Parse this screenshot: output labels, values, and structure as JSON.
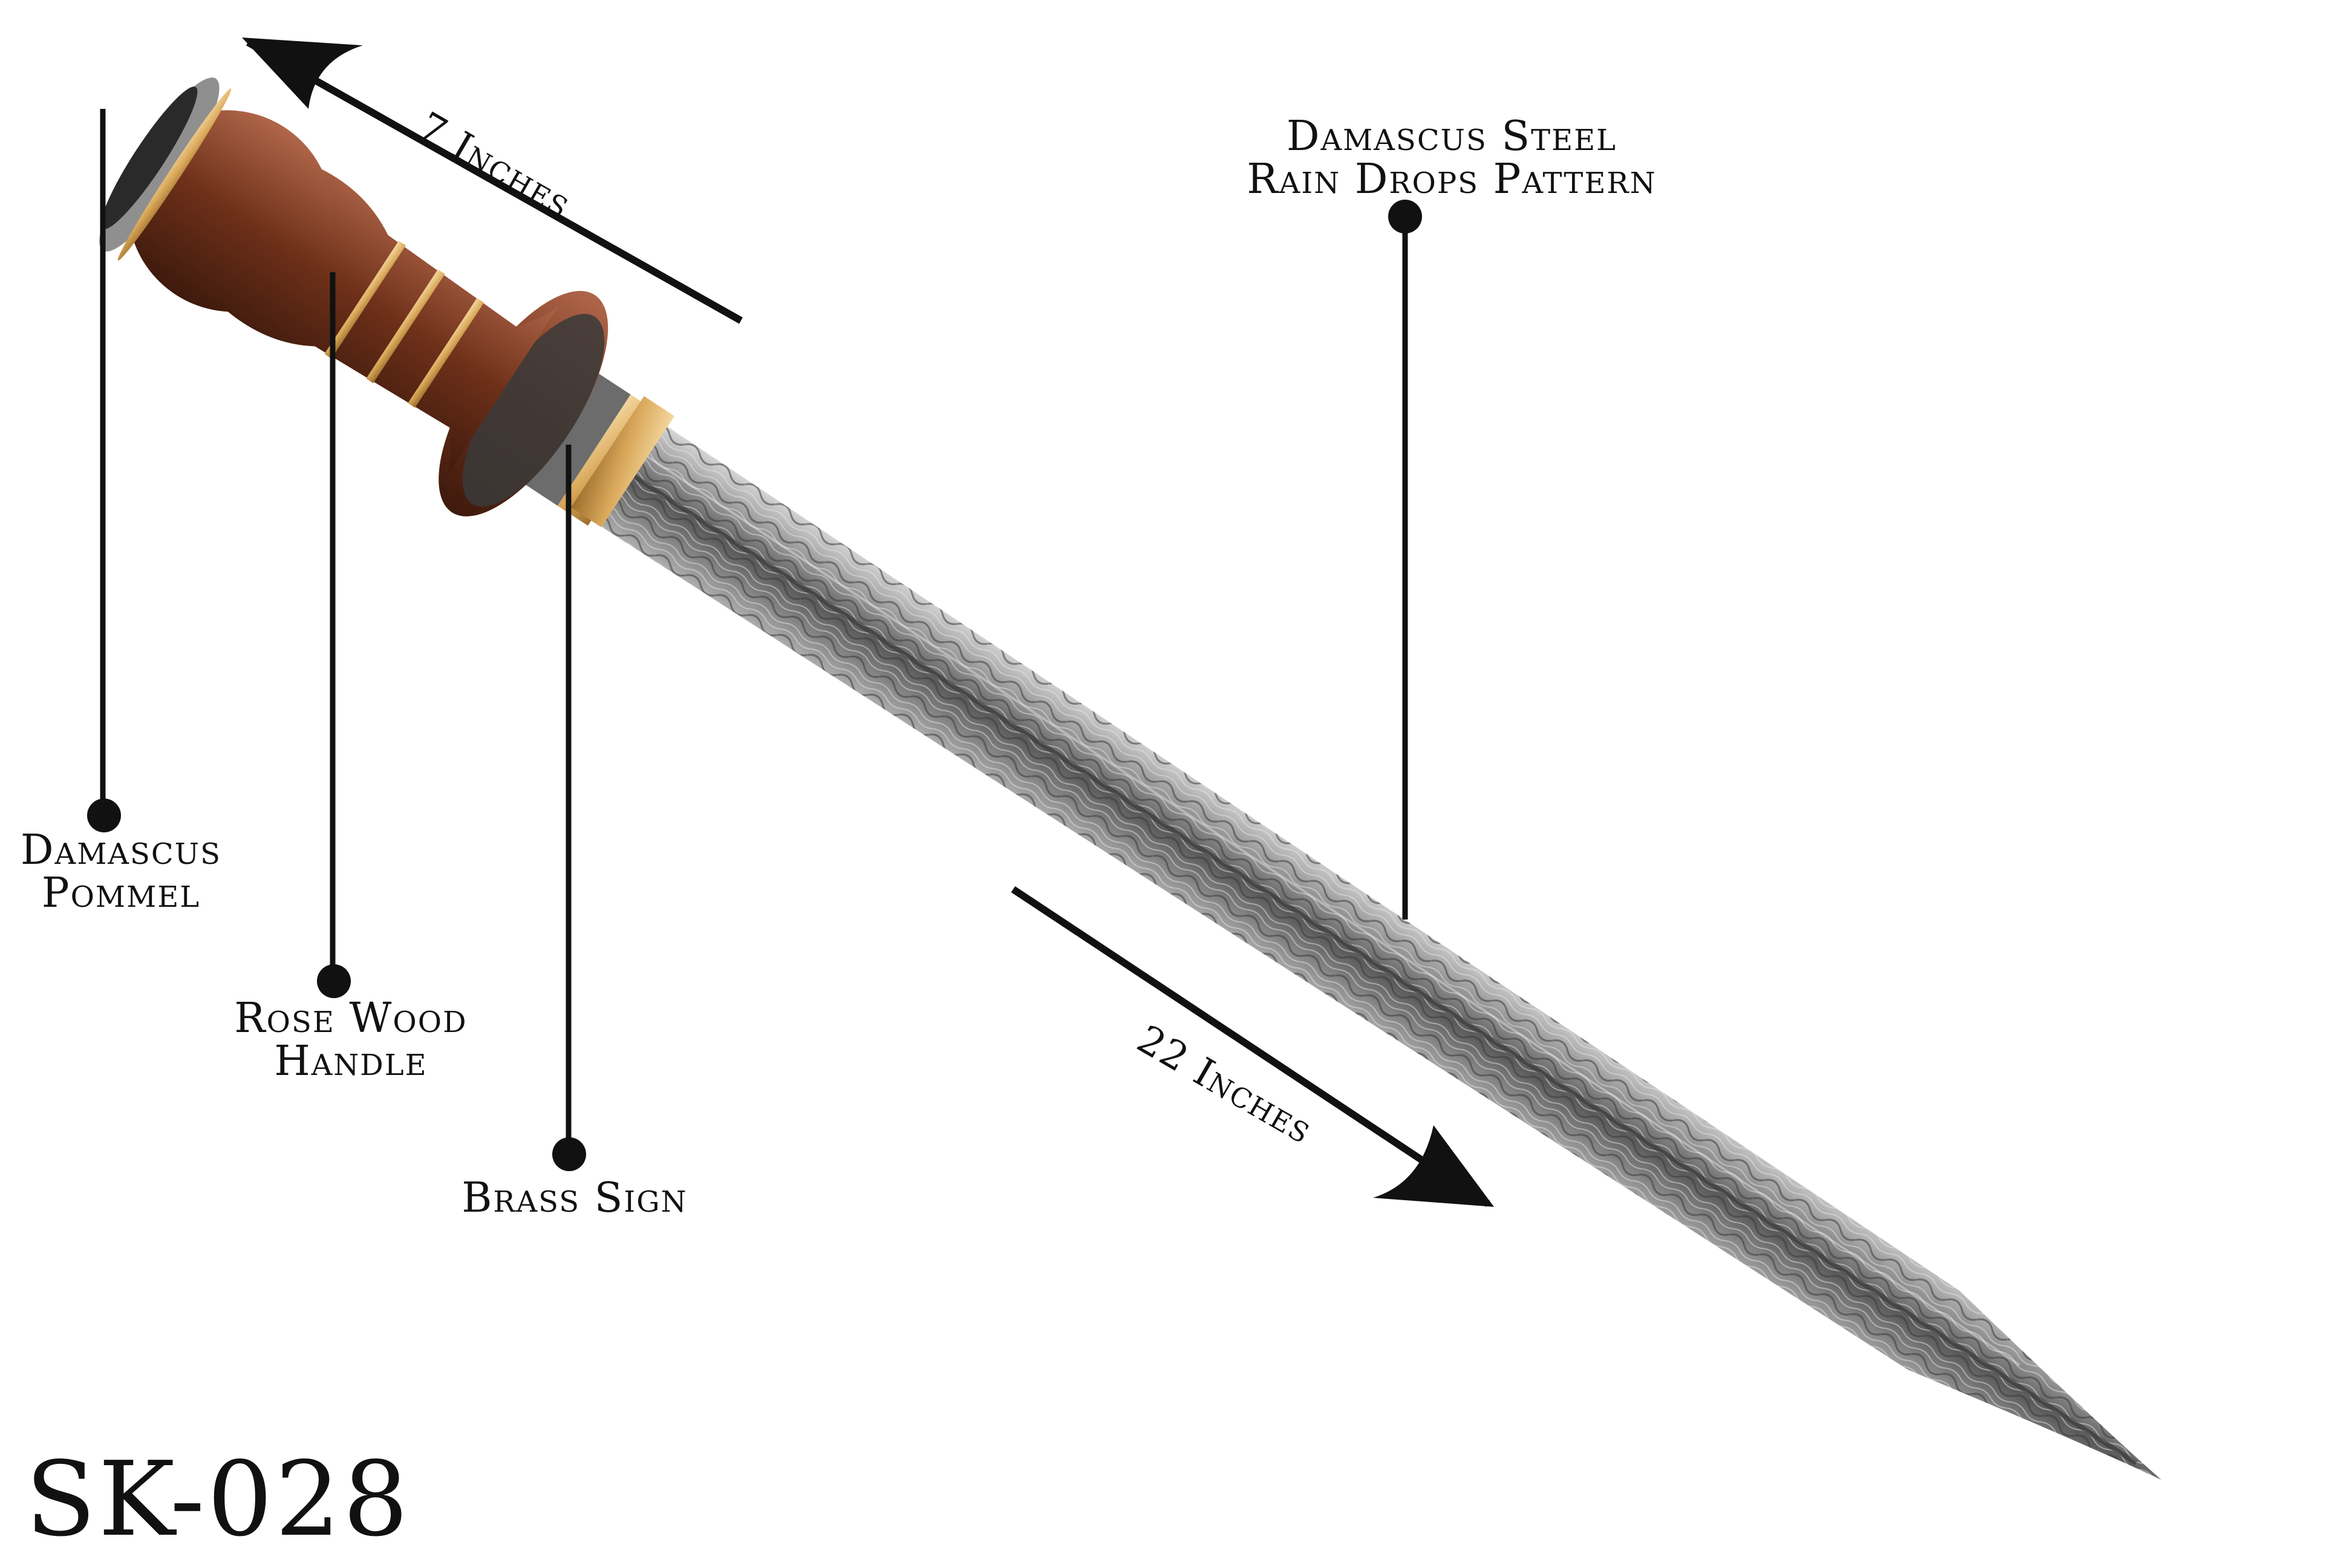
{
  "product": {
    "model_code": "SK-028"
  },
  "callouts": {
    "pommel": [
      "Damascus",
      "Pommel"
    ],
    "handle": [
      "Rose Wood",
      "Handle"
    ],
    "brass_sign": [
      "Brass Sign"
    ],
    "blade_steel": [
      "Damascus Steel",
      "Rain Drops Pattern"
    ]
  },
  "dimensions": {
    "handle_length": "7 Inches",
    "blade_length": "22 Inches"
  },
  "colors": {
    "background": "#ffffff",
    "ink": "#111111",
    "rosewood": "#7a3b22",
    "brass": "#d9a85a",
    "steel": "#8c8c8c"
  }
}
